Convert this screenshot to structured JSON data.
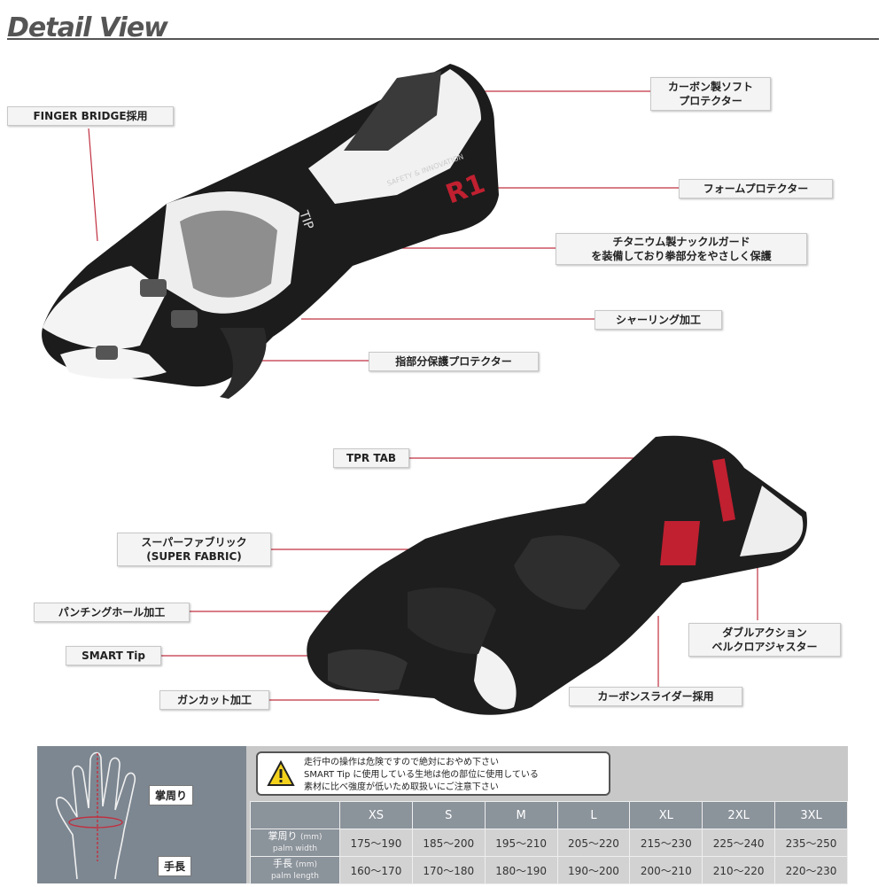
{
  "page": {
    "title": "Detail View"
  },
  "colors": {
    "leader_line": "#c03040",
    "label_bg": "#f4f4f4",
    "panel_bg": "#7d8791"
  },
  "top_callouts": [
    {
      "id": "carbon-soft",
      "lines": [
        "カーボン製ソフト",
        "プロテクター"
      ]
    },
    {
      "id": "finger-bridge",
      "lines": [
        "FINGER BRIDGE採用"
      ]
    },
    {
      "id": "foam",
      "lines": [
        "フォームプロテクター"
      ]
    },
    {
      "id": "titanium",
      "lines": [
        "チタニウム製ナックルガード",
        "を装備しており拳部分をやさしく保護"
      ]
    },
    {
      "id": "shirring",
      "lines": [
        "シャーリング加工"
      ]
    },
    {
      "id": "finger-protector",
      "lines": [
        "指部分保護プロテクター"
      ]
    }
  ],
  "bottom_callouts": [
    {
      "id": "tpr-tab",
      "lines": [
        "TPR TAB"
      ]
    },
    {
      "id": "super-fabric",
      "lines": [
        "スーパーファブリック",
        "(SUPER FABRIC)"
      ]
    },
    {
      "id": "punching",
      "lines": [
        "パンチングホール加工"
      ]
    },
    {
      "id": "smart-tip",
      "lines": [
        "SMART Tip"
      ]
    },
    {
      "id": "gun-cut",
      "lines": [
        "ガンカット加工"
      ]
    },
    {
      "id": "double-action",
      "lines": [
        "ダブルアクション",
        "ベルクロアジャスター"
      ]
    },
    {
      "id": "carbon-slider",
      "lines": [
        "カーボンスライダー採用"
      ]
    }
  ],
  "glove_prints": {
    "r1": "R1",
    "safety": "SAFETY & INNOVATION",
    "tip": "TIP"
  },
  "hand_diagram": {
    "palm_width_label": "掌周り",
    "palm_length_label": "手長"
  },
  "warning": {
    "icon": "warning-triangle-icon",
    "lines": [
      "走行中の操作は危険ですので絶対におやめ下さい",
      "SMART Tip に使用している生地は他の部位に使用している",
      "素材に比べ強度が低いため取扱いにご注意下さい"
    ]
  },
  "size_table": {
    "headers": [
      "XS",
      "S",
      "M",
      "L",
      "XL",
      "2XL",
      "3XL"
    ],
    "rows": [
      {
        "label": "掌周り",
        "unit": "(mm)",
        "sub": "palm width",
        "values": [
          "175〜190",
          "185〜200",
          "195〜210",
          "205〜220",
          "215〜230",
          "225〜240",
          "235〜250"
        ]
      },
      {
        "label": "手長",
        "unit": "(mm)",
        "sub": "palm length",
        "values": [
          "160〜170",
          "170〜180",
          "180〜190",
          "190〜200",
          "200〜210",
          "210〜220",
          "220〜230"
        ]
      }
    ]
  }
}
